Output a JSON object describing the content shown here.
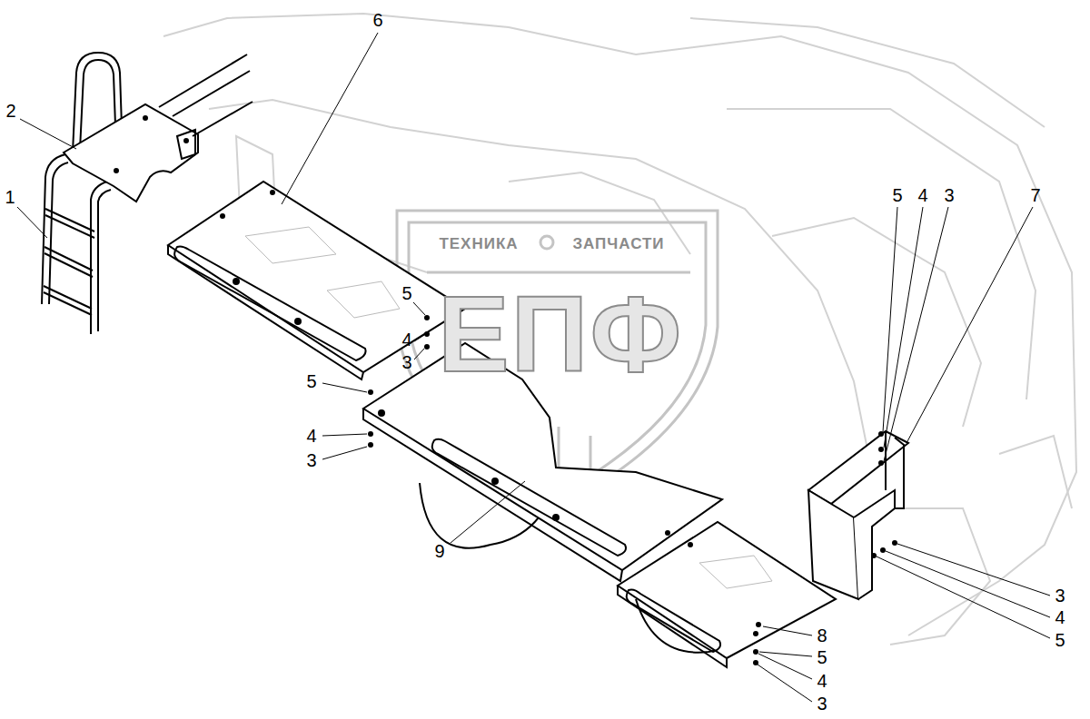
{
  "diagram": {
    "labels": [
      "1",
      "2",
      "6",
      "5",
      "4",
      "3",
      "5",
      "4",
      "3",
      "5",
      "4",
      "3",
      "7",
      "9",
      "3",
      "4",
      "5",
      "8",
      "5",
      "4",
      "3",
      "ТЕХНИКА",
      "ЗАПЧАСТИ",
      "ЕПФ"
    ]
  }
}
